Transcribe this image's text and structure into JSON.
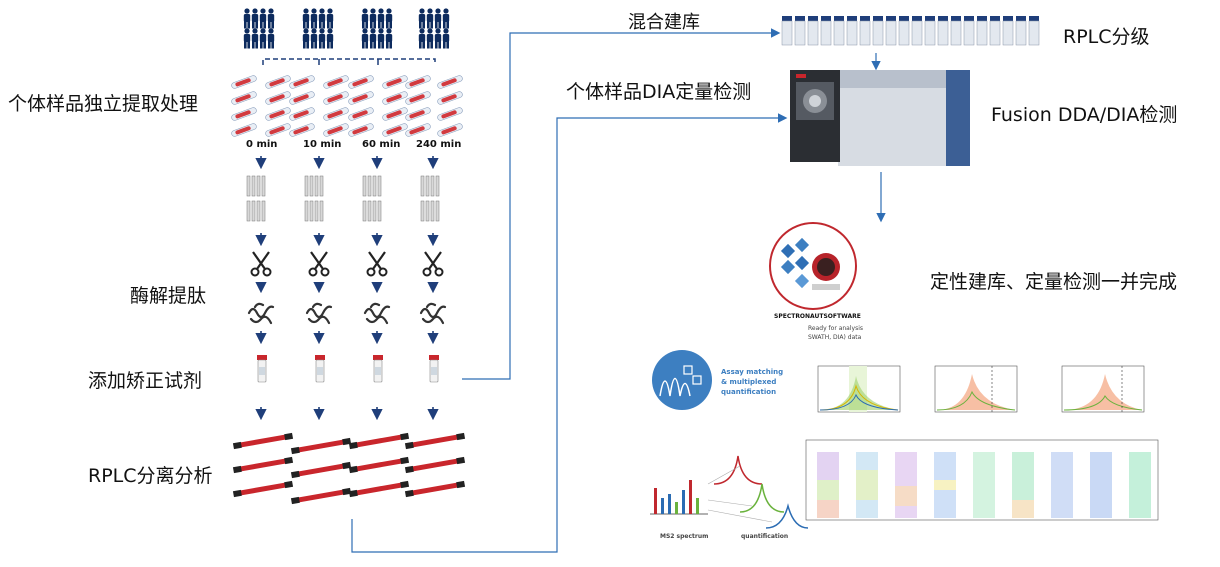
{
  "labels": {
    "extract": "个体样品独立提取处理",
    "digest": "酶解提肽",
    "calibrant": "添加矫正试剂",
    "rplc_sep": "RPLC分离分析",
    "pool": "混合建库",
    "indiv_dia": "个体样品DIA定量检测",
    "rplc_frac": "RPLC分级",
    "fusion": "Fusion DDA/DIA检测",
    "combined": "定性建库、定量检测一并完成"
  },
  "timepoints": [
    "0 min",
    "10 min",
    "60 min",
    "240 min"
  ],
  "software": {
    "name": "SPECTRONAUTSOFTWARE",
    "caption_1": "Ready for analysis",
    "caption_2": "SWATH, DIA) data",
    "assay_1": "Assay matching",
    "assay_2": "& multiplexed",
    "assay_3": "quantification",
    "ms2": "MS2 spectrum",
    "quant": "quantification"
  },
  "colors": {
    "navy": "#0d2b5e",
    "arrow": "#2e6db4",
    "tube_red": "#c9262c",
    "accent_blue": "#3d7fc1",
    "logo_red": "#c0282e"
  }
}
